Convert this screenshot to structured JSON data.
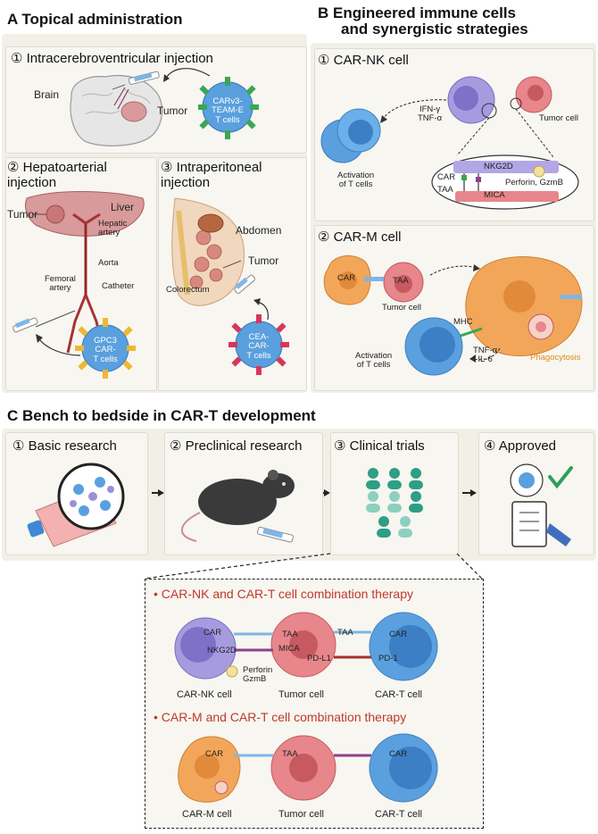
{
  "sectionA": {
    "title": "A Topical administration",
    "p1": {
      "title": "① Intracerebroventricular injection",
      "brain": "Brain",
      "tumor": "Tumor",
      "cells": [
        "CARv3-",
        "TEAM-E",
        "T cells"
      ]
    },
    "p2": {
      "title": [
        "② Hepatoarterial",
        "injection"
      ],
      "tumor": "Tumor",
      "liver": "Liver",
      "hepatic": [
        "Hepatic",
        "artery"
      ],
      "aorta": "Aorta",
      "femoral": [
        "Femoral",
        "artery"
      ],
      "catheter": "Catheter",
      "cells": [
        "GPC3",
        "CAR-",
        "T cells"
      ]
    },
    "p3": {
      "title": [
        "③ Intraperitoneal",
        "injection"
      ],
      "abdomen": "Abdomen",
      "tumor": "Tumor",
      "colorectum": "Colorectum",
      "cells": [
        "CEA-",
        "CAR-",
        "T cells"
      ]
    }
  },
  "sectionB": {
    "title": [
      "B Engineered immune cells",
      "and synergistic strategies"
    ],
    "p1": {
      "title": "① CAR-NK cell",
      "cytokines": [
        "IFN-γ",
        "TNF-α"
      ],
      "tumorcell": "Tumor cell",
      "activation": [
        "Activation",
        "of T cells"
      ],
      "nkg2d": "NKG2D",
      "car": "CAR",
      "perforin": "Perforin, GzmB",
      "taa": "TAA",
      "mica": "MICA"
    },
    "p2": {
      "title": "② CAR-M cell",
      "car": "CAR",
      "taa": "TAA",
      "tumorcell": "Tumor cell",
      "mhc": "MHC",
      "cytokines": [
        "TNF-α",
        "IL-6"
      ],
      "activation": [
        "Activation",
        "of T cells"
      ],
      "phago": "Phagocytosis"
    }
  },
  "sectionC": {
    "title": "C Bench to bedside in CAR-T development",
    "steps": [
      "① Basic research",
      "② Preclinical research",
      "③ Clinical trials",
      "④ Approved"
    ],
    "combo1": {
      "title": "CAR-NK and CAR-T cell combination therapy",
      "car": "CAR",
      "nkg2d": "NKG2D",
      "perforin": [
        "Perforin",
        "GzmB"
      ],
      "taa1": "TAA",
      "mica": "MICA",
      "pdl1": "PD-L1",
      "taa2": "TAA",
      "car2": "CAR",
      "pd1": "PD-1",
      "cells": [
        "CAR-NK cell",
        "Tumor cell",
        "CAR-T cell"
      ]
    },
    "combo2": {
      "title": "CAR-M and CAR-T cell combination therapy",
      "car": "CAR",
      "taa": "TAA",
      "car2": "CAR",
      "cells": [
        "CAR-M cell",
        "Tumor cell",
        "CAR-T cell"
      ]
    }
  },
  "colors": {
    "panel": "#f2f0e6",
    "tcell": "#4a90d9",
    "nk": "#9b8fd6",
    "tumor": "#e7868b",
    "macro": "#f2a65a",
    "accent_red": "#c0392b",
    "green": "#2e9e5b"
  }
}
